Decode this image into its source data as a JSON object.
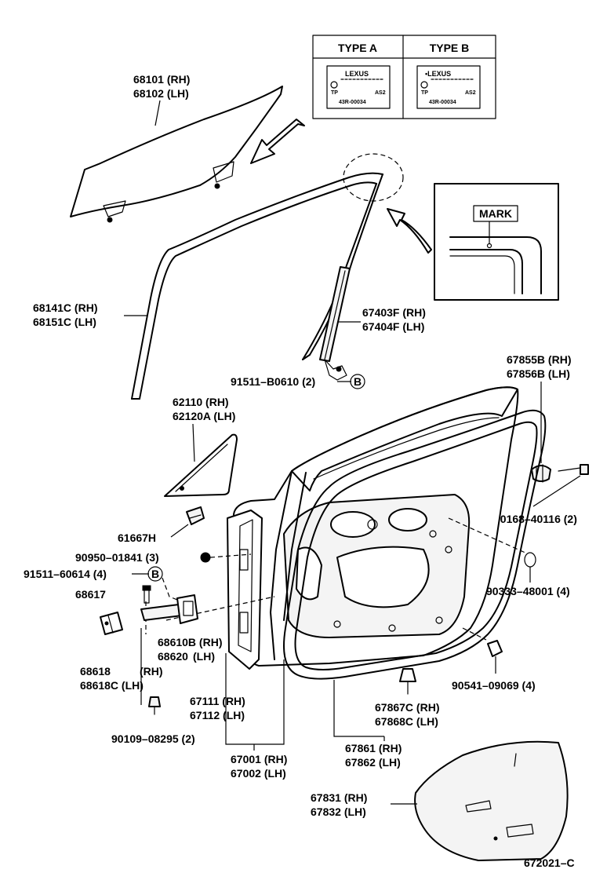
{
  "type_table": {
    "type_a": "TYPE  A",
    "type_b": "TYPE  B",
    "label_text_a": "LEXUS",
    "label_text_b": "•LEXUS",
    "label_code": "43R-00034",
    "label_tp": "TP",
    "label_as2": "AS2"
  },
  "detail": {
    "mark": "MARK"
  },
  "circle_marker": "B",
  "parts": {
    "p68101": "68101 (RH)",
    "p68102": "68102 (LH)",
    "p68141": "68141C (RH)",
    "p68151": "68151C (LH)",
    "p67403": "67403F (RH)",
    "p67404": "67404F (LH)",
    "p91511b": "91511–B0610 (2)",
    "p67855": "67855B (RH)",
    "p67856": "67856B (LH)",
    "p62110": "62110   (RH)",
    "p62120": "62120A (LH)",
    "p90168": "90168–40116 (2)",
    "p61667": "61667H",
    "p90950": "90950–01841 (3)",
    "p91511_6": "91511–60614 (4)",
    "p90333": "90333–48001 (4)",
    "p68617": "68617",
    "p68610": "68610B (RH)",
    "p68620": "68620",
    "p68620lh": "(LH)",
    "p68618": "68618",
    "p68618rh": "(RH)",
    "p68618c": "68618C (LH)",
    "p90541": "90541–09069 (4)",
    "p67111": "67111 (RH)",
    "p67112": "67112 (LH)",
    "p67867": "67867C (RH)",
    "p67868": "67868C (LH)",
    "p90109": "90109–08295 (2)",
    "p67001": "67001 (RH)",
    "p67002": "67002 (LH)",
    "p67861": "67861 (RH)",
    "p67862": "67862 (LH)",
    "p67831": "67831 (RH)",
    "p67832": "67832 (LH)"
  },
  "figure_code": "672021–C"
}
